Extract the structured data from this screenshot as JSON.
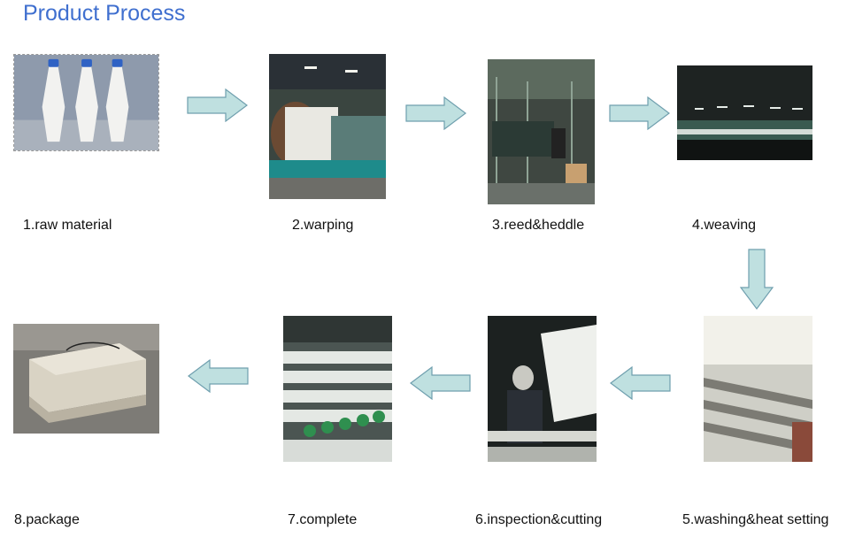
{
  "title": "Product Process",
  "steps": [
    {
      "label": "1.raw material",
      "photo": "spools-of-yarn-photo"
    },
    {
      "label": "2.warping",
      "photo": "warping-machine-photo"
    },
    {
      "label": "3.reed&heddle",
      "photo": "reed-heddle-photo"
    },
    {
      "label": "4.weaving",
      "photo": "weaving-looms-photo"
    },
    {
      "label": "5.washing&heat setting",
      "photo": "washing-rollers-photo"
    },
    {
      "label": "6.inspection&cutting",
      "photo": "inspection-cutting-photo"
    },
    {
      "label": "7.complete",
      "photo": "complete-rolls-photo"
    },
    {
      "label": "8.package",
      "photo": "wooden-crate-photo"
    }
  ],
  "colors": {
    "title": "#3f6fcf",
    "arrow_fill": "#bfe0e0",
    "arrow_stroke": "#6f9fae"
  },
  "icons": {
    "flow_arrow": "block-arrow-icon"
  }
}
